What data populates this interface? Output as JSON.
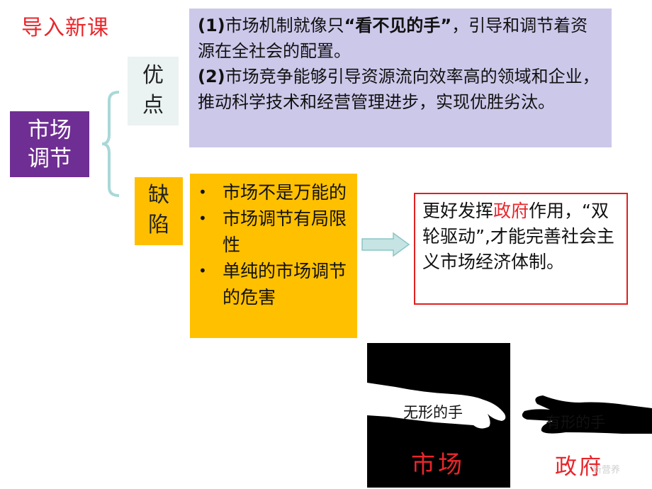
{
  "title": "导入新课",
  "topic": "市场调节",
  "advantages": {
    "label": "优点",
    "item1_num": "(1)",
    "item1_text": "市场机制就像只",
    "item1_quote": "“看不见的手”",
    "item1_rest": "，引导和调节着资源在全社会的配置。",
    "item2_num": "(2)",
    "item2_text": "市场竞争能够引导资源流向效率高的领域和企业，推动科学技术和经营管理进步，实现优胜劣汰。"
  },
  "defects": {
    "label": "缺陷",
    "items": [
      "市场不是万能的",
      "市场调节有局限性",
      "单纯的市场调节的危害"
    ]
  },
  "result": {
    "pre": "更好发挥",
    "highlight": "政府",
    "post": "作用，“双轮驱动”,才能完善社会主义市场经济体制。"
  },
  "image": {
    "invisible_hand": "无形的手",
    "visible_hand": "有形的手",
    "market": "市场",
    "government": "政府",
    "watermark": "新营养"
  },
  "colors": {
    "title": "#e8262b",
    "topic_bg": "#6f2e93",
    "advantage_bg": "#ccc8ea",
    "defect_bg": "#ffc000",
    "brace": "#a9d8d8",
    "result_border": "#e02020"
  }
}
